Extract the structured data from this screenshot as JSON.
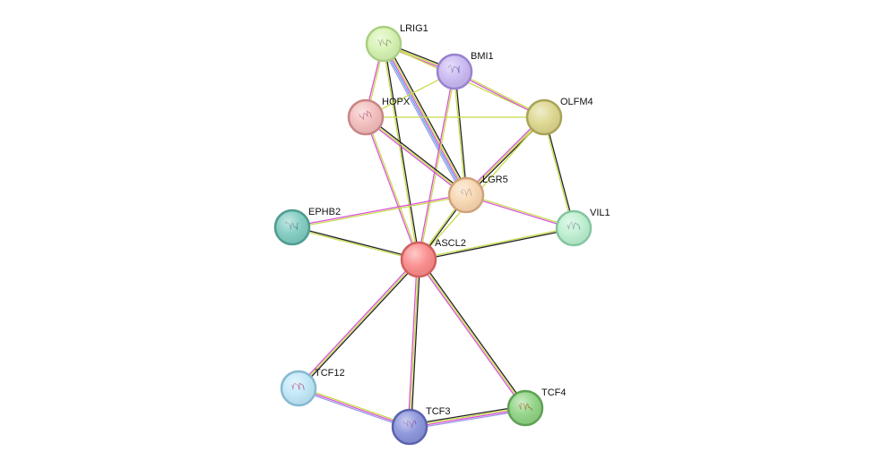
{
  "network": {
    "evidence_colors": {
      "coexpression": "#1f1f1f",
      "textmining": "#c7d846",
      "experiments": "#d94fd6",
      "database": "#5aa3e8",
      "homology": "#9a9ae6"
    },
    "nodes": [
      {
        "id": "LRIG1",
        "label": "LRIG1",
        "fill": "#d5f2b0",
        "stroke": "#a9cf80",
        "glyph": "#7a9a55"
      },
      {
        "id": "BMI1",
        "label": "BMI1",
        "fill": "#c9b8f2",
        "stroke": "#9883cf",
        "glyph": "#6a52ad"
      },
      {
        "id": "HOPX",
        "label": "HOPX",
        "fill": "#f3bcbc",
        "stroke": "#c98585",
        "glyph": "#b04a66"
      },
      {
        "id": "OLFM4",
        "label": "OLFM4",
        "fill": "#dcd68c",
        "stroke": "#a9a35a",
        "glyph": "#a9a35a"
      },
      {
        "id": "LGR5",
        "label": "LGR5",
        "fill": "#f8d6b0",
        "stroke": "#cfa27a",
        "glyph": "#b08a66"
      },
      {
        "id": "EPHB2",
        "label": "EPHB2",
        "fill": "#7fcbc0",
        "stroke": "#4f9c91",
        "glyph": "#3d7f86"
      },
      {
        "id": "VIL1",
        "label": "VIL1",
        "fill": "#bcefd0",
        "stroke": "#84c6a0",
        "glyph": "#5a8f86"
      },
      {
        "id": "ASCL2",
        "label": "ASCL2",
        "fill": "#fb8a8a",
        "stroke": "#d05f5f",
        "glyph": "#d05f5f"
      },
      {
        "id": "TCF12",
        "label": "TCF12",
        "fill": "#bfe7f8",
        "stroke": "#86b9d0",
        "glyph": "#a0427a"
      },
      {
        "id": "TCF3",
        "label": "TCF3",
        "fill": "#8a93dc",
        "stroke": "#5a63ad",
        "glyph": "#6a3aa0"
      },
      {
        "id": "TCF4",
        "label": "TCF4",
        "fill": "#8fd383",
        "stroke": "#5fa155",
        "glyph": "#8a5a10"
      }
    ],
    "edges": [
      {
        "source": "LRIG1",
        "target": "BMI1",
        "evidence": [
          "coexpression",
          "textmining",
          "experiments"
        ]
      },
      {
        "source": "LRIG1",
        "target": "HOPX",
        "evidence": [
          "textmining",
          "experiments"
        ]
      },
      {
        "source": "LRIG1",
        "target": "LGR5",
        "evidence": [
          "coexpression",
          "textmining",
          "experiments",
          "database",
          "homology"
        ]
      },
      {
        "source": "LRIG1",
        "target": "ASCL2",
        "evidence": [
          "coexpression",
          "textmining"
        ]
      },
      {
        "source": "LRIG1",
        "target": "OLFM4",
        "evidence": [
          "textmining"
        ]
      },
      {
        "source": "BMI1",
        "target": "HOPX",
        "evidence": [
          "textmining"
        ]
      },
      {
        "source": "BMI1",
        "target": "OLFM4",
        "evidence": [
          "textmining",
          "experiments"
        ]
      },
      {
        "source": "BMI1",
        "target": "LGR5",
        "evidence": [
          "coexpression",
          "textmining"
        ]
      },
      {
        "source": "BMI1",
        "target": "ASCL2",
        "evidence": [
          "textmining",
          "experiments"
        ]
      },
      {
        "source": "HOPX",
        "target": "OLFM4",
        "evidence": [
          "textmining"
        ]
      },
      {
        "source": "HOPX",
        "target": "LGR5",
        "evidence": [
          "coexpression",
          "textmining",
          "experiments"
        ]
      },
      {
        "source": "HOPX",
        "target": "ASCL2",
        "evidence": [
          "textmining",
          "experiments"
        ]
      },
      {
        "source": "OLFM4",
        "target": "LGR5",
        "evidence": [
          "coexpression",
          "textmining",
          "experiments"
        ]
      },
      {
        "source": "OLFM4",
        "target": "VIL1",
        "evidence": [
          "coexpression",
          "textmining"
        ]
      },
      {
        "source": "OLFM4",
        "target": "ASCL2",
        "evidence": [
          "textmining"
        ]
      },
      {
        "source": "LGR5",
        "target": "EPHB2",
        "evidence": [
          "textmining",
          "experiments"
        ]
      },
      {
        "source": "LGR5",
        "target": "VIL1",
        "evidence": [
          "textmining",
          "experiments"
        ]
      },
      {
        "source": "LGR5",
        "target": "ASCL2",
        "evidence": [
          "coexpression",
          "textmining"
        ]
      },
      {
        "source": "EPHB2",
        "target": "ASCL2",
        "evidence": [
          "coexpression",
          "textmining"
        ]
      },
      {
        "source": "VIL1",
        "target": "ASCL2",
        "evidence": [
          "coexpression",
          "textmining"
        ]
      },
      {
        "source": "ASCL2",
        "target": "TCF12",
        "evidence": [
          "coexpression",
          "textmining",
          "experiments"
        ]
      },
      {
        "source": "ASCL2",
        "target": "TCF3",
        "evidence": [
          "coexpression",
          "textmining",
          "experiments"
        ]
      },
      {
        "source": "ASCL2",
        "target": "TCF4",
        "evidence": [
          "coexpression",
          "textmining",
          "experiments"
        ]
      },
      {
        "source": "TCF12",
        "target": "TCF3",
        "evidence": [
          "textmining",
          "experiments",
          "homology"
        ]
      },
      {
        "source": "TCF3",
        "target": "TCF4",
        "evidence": [
          "coexpression",
          "textmining",
          "experiments",
          "homology"
        ]
      }
    ]
  }
}
